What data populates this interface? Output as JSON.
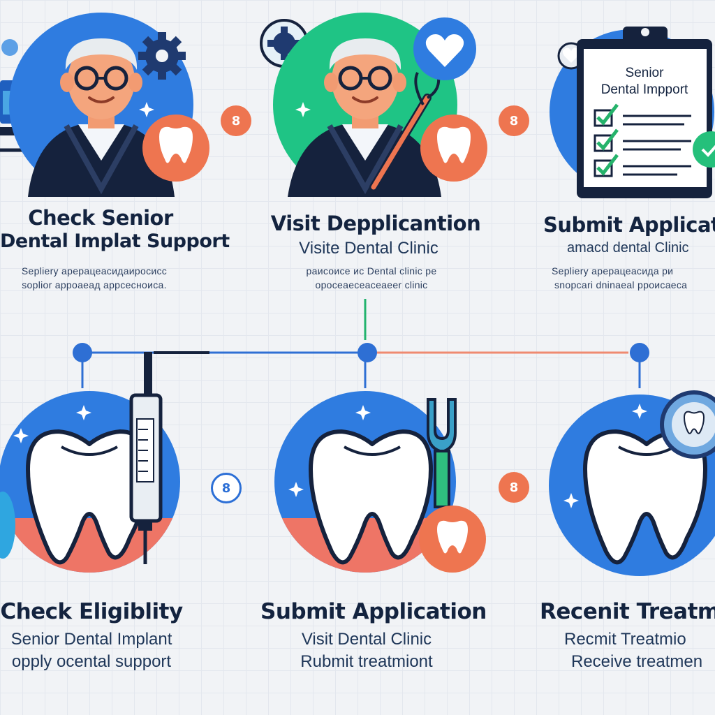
{
  "top_steps": [
    {
      "title_line1": "Check Senior",
      "title_line2": "Dental Implat Support",
      "fine_line1": "Sepliery арерацеасидаиросисс",
      "fine_line2": "soplior  арроаеад аррсесноиса."
    },
    {
      "title": "Visit Depplicantion",
      "subtitle": "Visite Dental Clinic",
      "fine_line1": "раисоисе ис Dental clinic ре",
      "fine_line2": "opoceaeceaceaeer clinic"
    },
    {
      "title": "Submit Applicat",
      "subtitle": "amacd dental Clinic",
      "fine_line1": "Sepliery арерацеасида ри",
      "fine_line2": "snopcari dninaeal рроисаеса"
    }
  ],
  "clipboard": {
    "line1": "Senior",
    "line2": "Dental Impport"
  },
  "bottom_steps": [
    {
      "title": "Check Eligiblity",
      "line1": "Senior Dental Implant",
      "line2": "opply ocental support"
    },
    {
      "title": "Submit Application",
      "line1": "Visit Dental Clinic",
      "line2": "Rubmit treatmiont"
    },
    {
      "title": "Recenit Treatmi",
      "line1": "Recmit Treatmio",
      "line2": "Receive treatmen"
    }
  ],
  "badges": [
    {
      "label": "8",
      "color": "#ee7550"
    },
    {
      "label": "8",
      "color": "#ee7550"
    },
    {
      "label": "8",
      "color": "#2c6fd6"
    },
    {
      "label": "8",
      "color": "#ee7550"
    }
  ],
  "colors": {
    "blue": "#2f7ce0",
    "green": "#25c07b",
    "coral": "#ee7550",
    "navy": "#15223d"
  },
  "icons": [
    "gear-icon",
    "heart-icon",
    "tooth-icon",
    "dental-syringe-icon",
    "dental-tool-icon",
    "clipboard-icon",
    "checkmark-icon",
    "dental-mirror-icon"
  ]
}
